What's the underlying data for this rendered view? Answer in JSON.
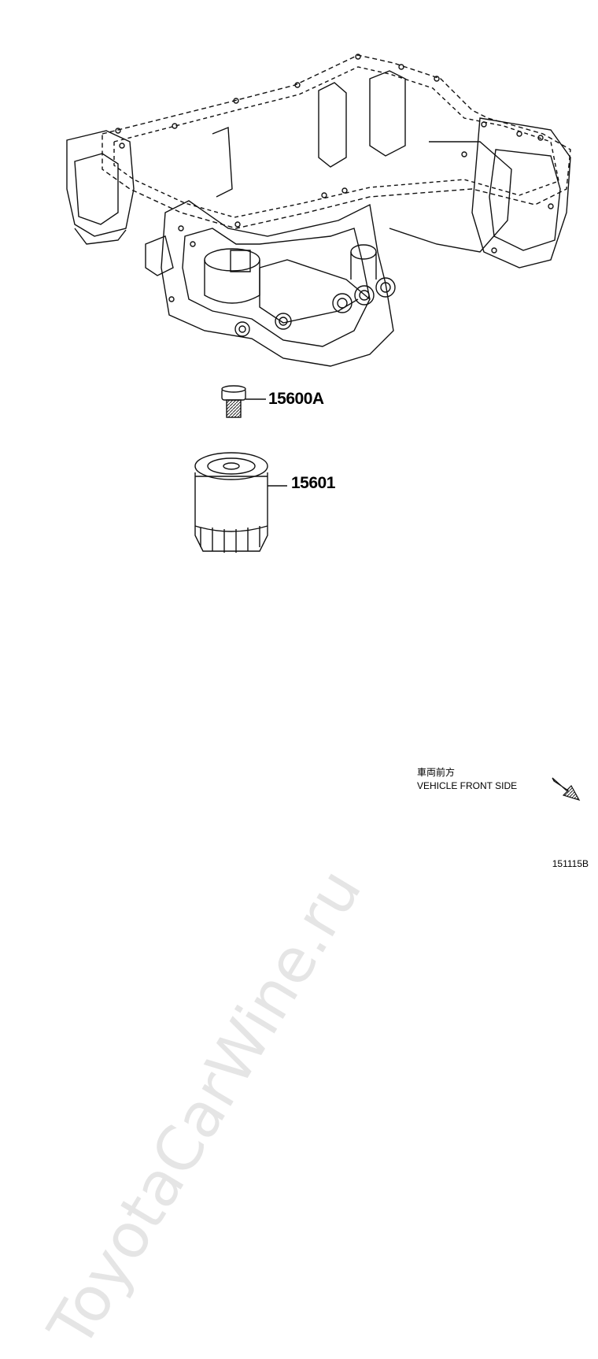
{
  "parts": {
    "drain_plug_label": "15600A",
    "oil_filter_label": "15601"
  },
  "direction_note": {
    "japanese": "車両前方",
    "english": "VEHICLE FRONT SIDE"
  },
  "illustration_id": "151115B",
  "watermark": "ToyotaCarWine.ru"
}
